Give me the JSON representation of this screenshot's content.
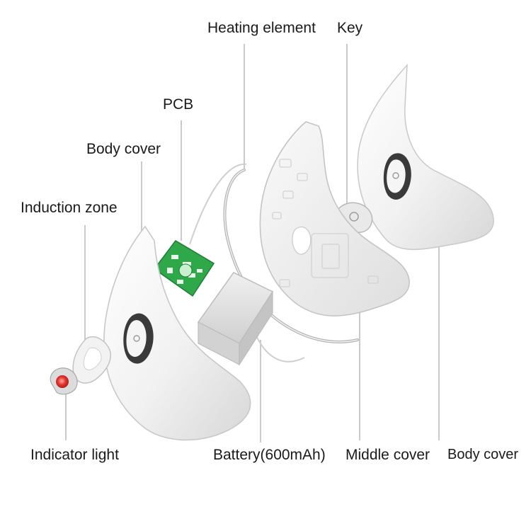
{
  "labels": {
    "heating_element": "Heating element",
    "key": "Key",
    "pcb": "PCB",
    "body_cover_front": "Body cover",
    "induction_zone": "Induction zone",
    "indicator_light": "Indicator light",
    "battery": "Battery(600mAh)",
    "middle_cover": "Middle cover",
    "body_cover_back": "Body cover"
  },
  "colors": {
    "shell": "#f4f4f4",
    "pcb_green": "#2fa84a",
    "indicator_red": "#e8332e",
    "leader_line": "#bdbdbd"
  }
}
